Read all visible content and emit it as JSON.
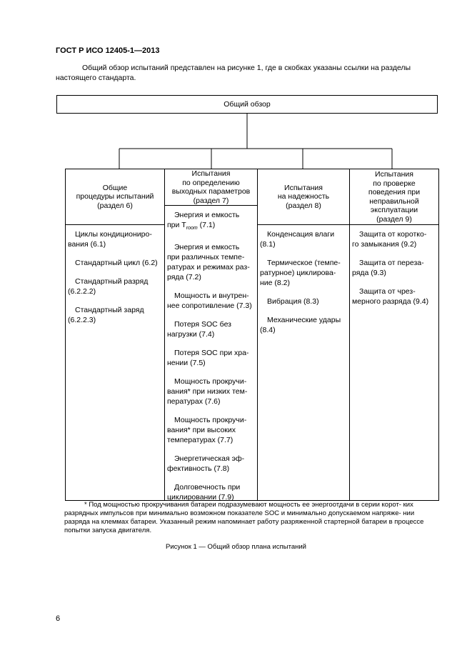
{
  "header": {
    "title": "ГОСТ Р ИСО 12405-1—2013"
  },
  "intro": "Общий обзор испытаний представлен на рисунке 1, где в скобках указаны ссылки на разделы настоящего стандарта.",
  "diagram": {
    "root": "Общий обзор",
    "columns": [
      {
        "heading": "Общие\nпроцедуры испытаний\n(раздел 6)",
        "items": [
          "Циклы кондициониро-\nвания (6.1)",
          "Стандартный цикл (6.2)",
          "Стандартный разряд\n(6.2.2.2)",
          "Стандартный заряд\n(6.2.2.3)"
        ]
      },
      {
        "heading": "Испытания\nпо определению\nвыходных параметров\n(раздел 7)",
        "items": [
          "Энергия и емкость\nпри T",
          "Энергия и емкость\nпри различных темпе-\nратурах и режимах раз-\nряда (7.2)",
          "Мощность и внутрен-\nнее сопротивление (7.3)",
          "Потеря SOC без\nнагрузки (7.4)",
          "Потеря SOC при хра-\nнении (7.5)",
          "Мощность прокручи-\nвания* при низких тем-\nпературах (7.6)",
          "Мощность прокручи-\nвания* при высоких\nтемпературах (7.7)",
          "Энергетическая эф-\nфективность (7.8)",
          "Долговечность при\nциклировании (7.9)"
        ],
        "troom_sub": "room",
        "troom_ref": " (7.1)"
      },
      {
        "heading": "Испытания\nна надежность\n(раздел 8)",
        "items": [
          "Конденсация влаги\n(8.1)",
          "Термическое (темпе-\nратурное) циклирова-\nние (8.2)",
          "Вибрация (8.3)",
          "Механические удары\n(8.4)"
        ]
      },
      {
        "heading": "Испытания\nпо проверке\nповедения при\nнеправильной\nэксплуатации\n(раздел 9)",
        "items": [
          "Защита от коротко-\nго замыкания (9.2)",
          "Защита от переза-\nряда (9.3)",
          "Защита от чрез-\nмерного разряда (9.4)"
        ]
      }
    ]
  },
  "footnote": "* Под мощностью прокручивания батареи подразумевают мощность ее энергоотдачи в серии корот- ких разрядных импульсов при минимально возможном показателе SOC и минимально допускаемом напряже- нии разряда на клеммах батареи. Указанный режим напоминает работу разряженной стартерной батареи в процессе попытки запуска двигателя.",
  "caption": "Рисунок 1 — Общий обзор плана испытаний",
  "page_number": "6"
}
